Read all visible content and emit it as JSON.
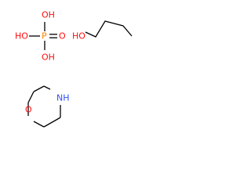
{
  "molecules": {
    "phosphoric_acid": {
      "top_oh": "OH",
      "left_oh": "HO",
      "bottom_oh": "OH",
      "phosphorus": "P",
      "oxo": "O",
      "colors": {
        "oxygen": "#ff0d0d",
        "phosphorus": "#ff8000"
      }
    },
    "butanol": {
      "hydroxyl": "HO",
      "colors": {
        "oxygen": "#ff0d0d"
      }
    },
    "morpholine": {
      "oxygen": "O",
      "nitrogen": "NH",
      "colors": {
        "oxygen": "#ff0d0d",
        "nitrogen": "#3050f8"
      }
    }
  }
}
